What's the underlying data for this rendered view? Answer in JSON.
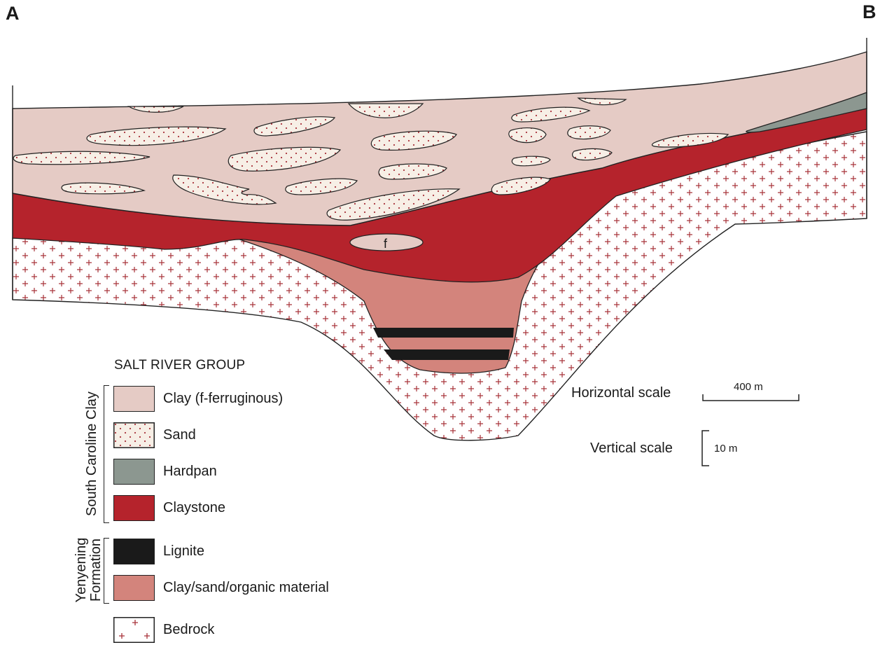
{
  "corners": {
    "left": "A",
    "right": "B"
  },
  "lens_label": "f",
  "legend": {
    "title": "SALT RIVER GROUP",
    "groups": [
      {
        "name": "South Caroline Clay"
      },
      {
        "name_line1": "Yenyening",
        "name_line2": "Formation"
      }
    ],
    "items": [
      {
        "label": "Clay (f-ferruginous)",
        "color": "#e5cbc5"
      },
      {
        "label": "Sand",
        "color": "#f7efe6"
      },
      {
        "label": "Hardpan",
        "color": "#8c9790"
      },
      {
        "label": "Claystone",
        "color": "#b5232c"
      },
      {
        "label": "Lignite",
        "color": "#1a1a1a"
      },
      {
        "label": "Clay/sand/organic material",
        "color": "#d3847c"
      },
      {
        "label": "Bedrock",
        "color": "#ffffff"
      }
    ]
  },
  "scales": {
    "horizontal_label": "Horizontal scale",
    "horizontal_value": "400 m",
    "vertical_label": "Vertical scale",
    "vertical_value": "10 m"
  },
  "colors": {
    "clay": "#e5cbc5",
    "sand": "#f7efe6",
    "sand_dot": "#a8333a",
    "hardpan": "#8c9790",
    "claystone": "#b5232c",
    "lignite": "#1a1a1a",
    "organic": "#d3847c",
    "bedrock": "#ffffff",
    "bedrock_cross": "#a8333a",
    "outline": "#222222"
  }
}
